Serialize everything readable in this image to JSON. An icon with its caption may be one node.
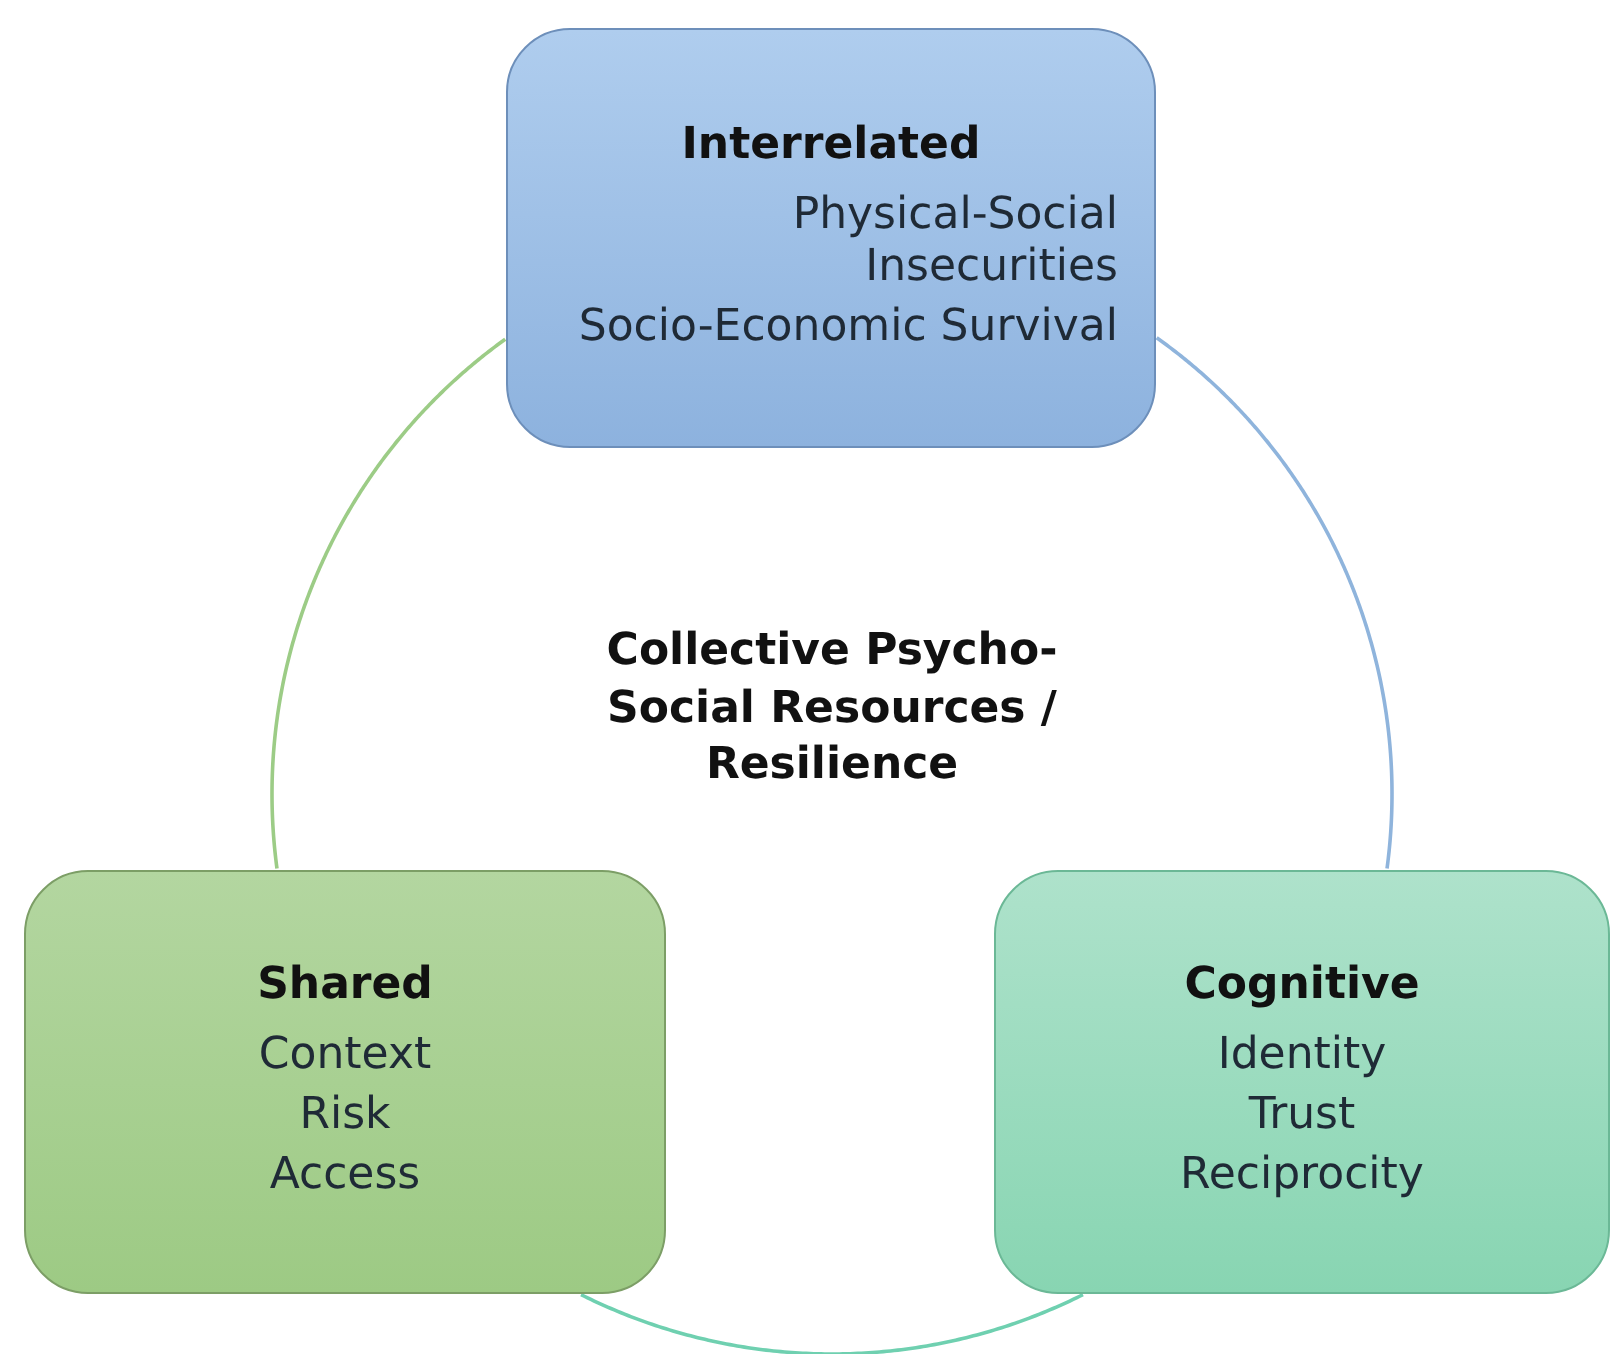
{
  "diagram": {
    "nodes": [
      {
        "text": [
          "Interrelated",
          "Physical-Social Insecurities",
          "Socio-Economic Survival"
        ]
      },
      {
        "text": [
          "Shared",
          "Context",
          "Risk",
          "Access"
        ]
      },
      {
        "text": [
          "Cognitive",
          "Identity",
          "Trust",
          "Reciprocity"
        ]
      }
    ],
    "edges": [
      {
        "from": 0,
        "to": 1,
        "arrow": "none",
        "color": "#9ccc86"
      },
      {
        "from": 0,
        "to": 2,
        "arrow": "none",
        "color": "#8fb4dc"
      },
      {
        "from": 1,
        "to": 2,
        "arrow": "none",
        "color": "#6fd0b0"
      }
    ],
    "labels": [
      "Collective Psycho-Social Resources / Resilience"
    ]
  }
}
